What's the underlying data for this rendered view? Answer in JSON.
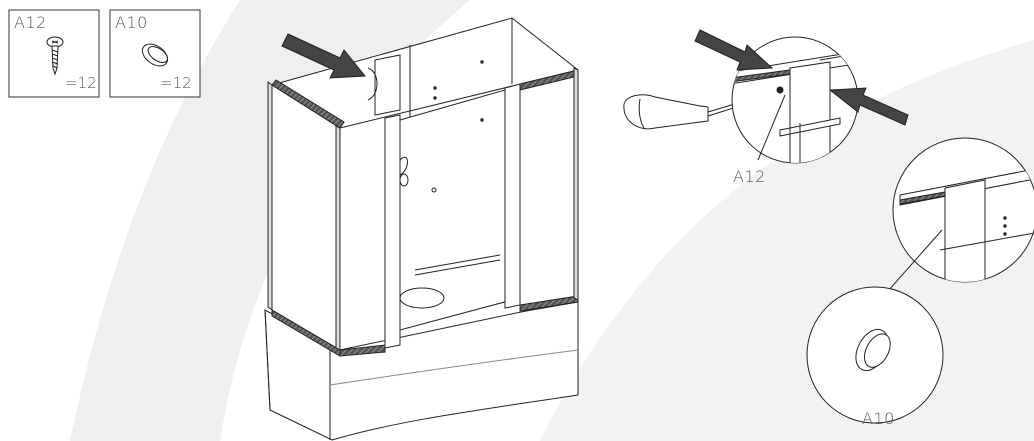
{
  "parts": [
    {
      "code": "A12",
      "quantity": "=12",
      "icon": "screw-icon"
    },
    {
      "code": "A10",
      "quantity": "=12",
      "icon": "cap-plug-icon"
    }
  ],
  "callouts": {
    "screw_label": "A12",
    "cap_label": "A10"
  },
  "colors": {
    "background_swoosh": "#efefef",
    "line": "#222222",
    "arrow_fill": "#444444",
    "label_text": "#555555"
  }
}
